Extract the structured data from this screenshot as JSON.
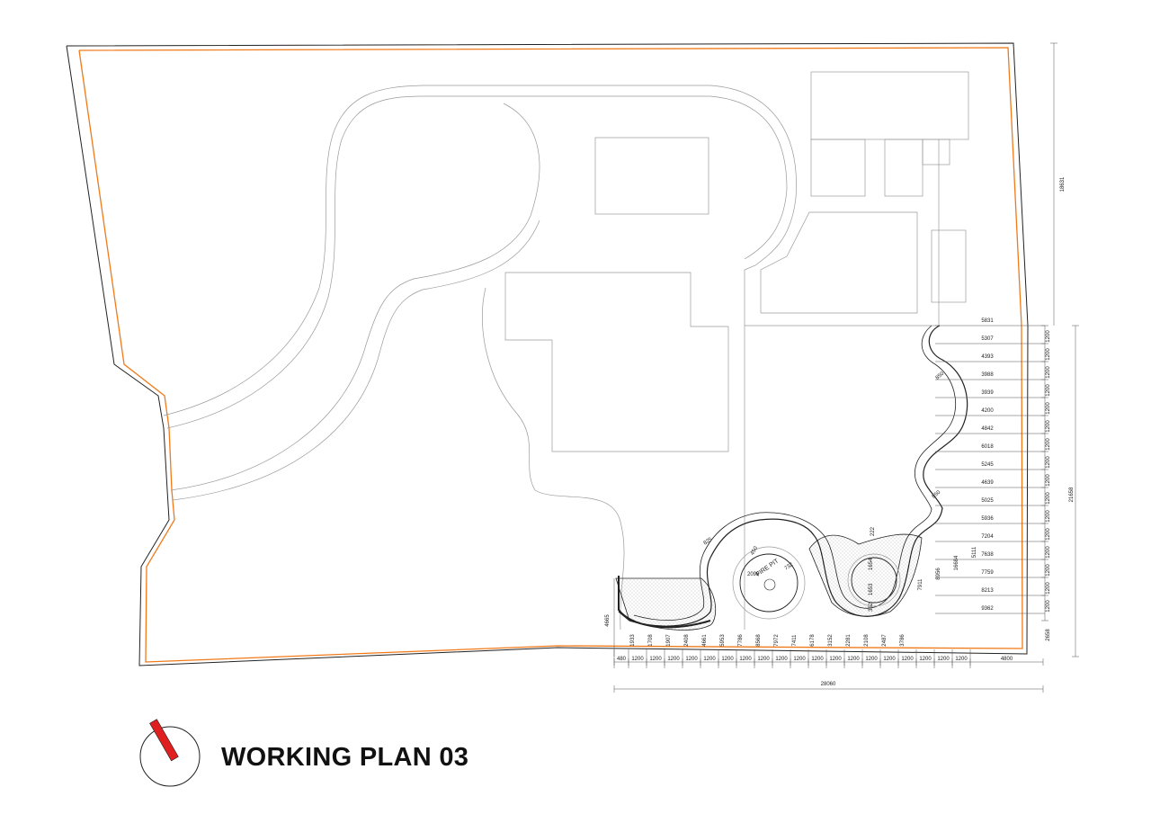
{
  "drawing": {
    "title": "WORKING PLAN 03",
    "feature_label": "FIRE PIT",
    "colors": {
      "boundary": "#f07a1a",
      "line": "#222222",
      "light_line": "#9a9a9a",
      "north": "#e02020",
      "hatch": "#bdbdbd"
    },
    "icons": {
      "north_arrow": "north-arrow-icon"
    },
    "dimensions": {
      "right_offsets": [
        "5831",
        "5307",
        "4393",
        "3988",
        "3939",
        "4200",
        "4842",
        "6018",
        "5245",
        "4639",
        "5025",
        "5936",
        "7204",
        "7638",
        "7759",
        "8213",
        "9362"
      ],
      "right_intervals": [
        "1200",
        "1200",
        "1200",
        "1200",
        "1200",
        "1200",
        "1200",
        "1200",
        "1200",
        "1200",
        "1200",
        "1200",
        "1200",
        "1200",
        "1200",
        "1200"
      ],
      "right_total": "21658",
      "right_upper": "18631",
      "right_bottom": "2658",
      "bottom_intervals": [
        "480",
        "1200",
        "1200",
        "1200",
        "1200",
        "1200",
        "1200",
        "1200",
        "1200",
        "1200",
        "1200",
        "1200",
        "1200",
        "1200",
        "1200",
        "1200",
        "1200",
        "1200",
        "1200",
        "1200"
      ],
      "bottom_end": "4800",
      "bottom_total": "28060",
      "left_height": "4665",
      "vertical_offsets": [
        "1933",
        "1708",
        "1907",
        "2408",
        "4661",
        "5953",
        "7786",
        "8568",
        "7972",
        "7411",
        "6178",
        "3152",
        "2281",
        "2108",
        "2487",
        "3786",
        "7911",
        "8956",
        "16684",
        "5111"
      ],
      "labels_misc": {
        "d850a": "850",
        "d850b": "850",
        "d825": "825",
        "d222": "222",
        "d1654": "1654",
        "d2098": "2098",
        "d732": "732",
        "d1653": "1653",
        "d352": "352",
        "d450": "450"
      }
    }
  }
}
